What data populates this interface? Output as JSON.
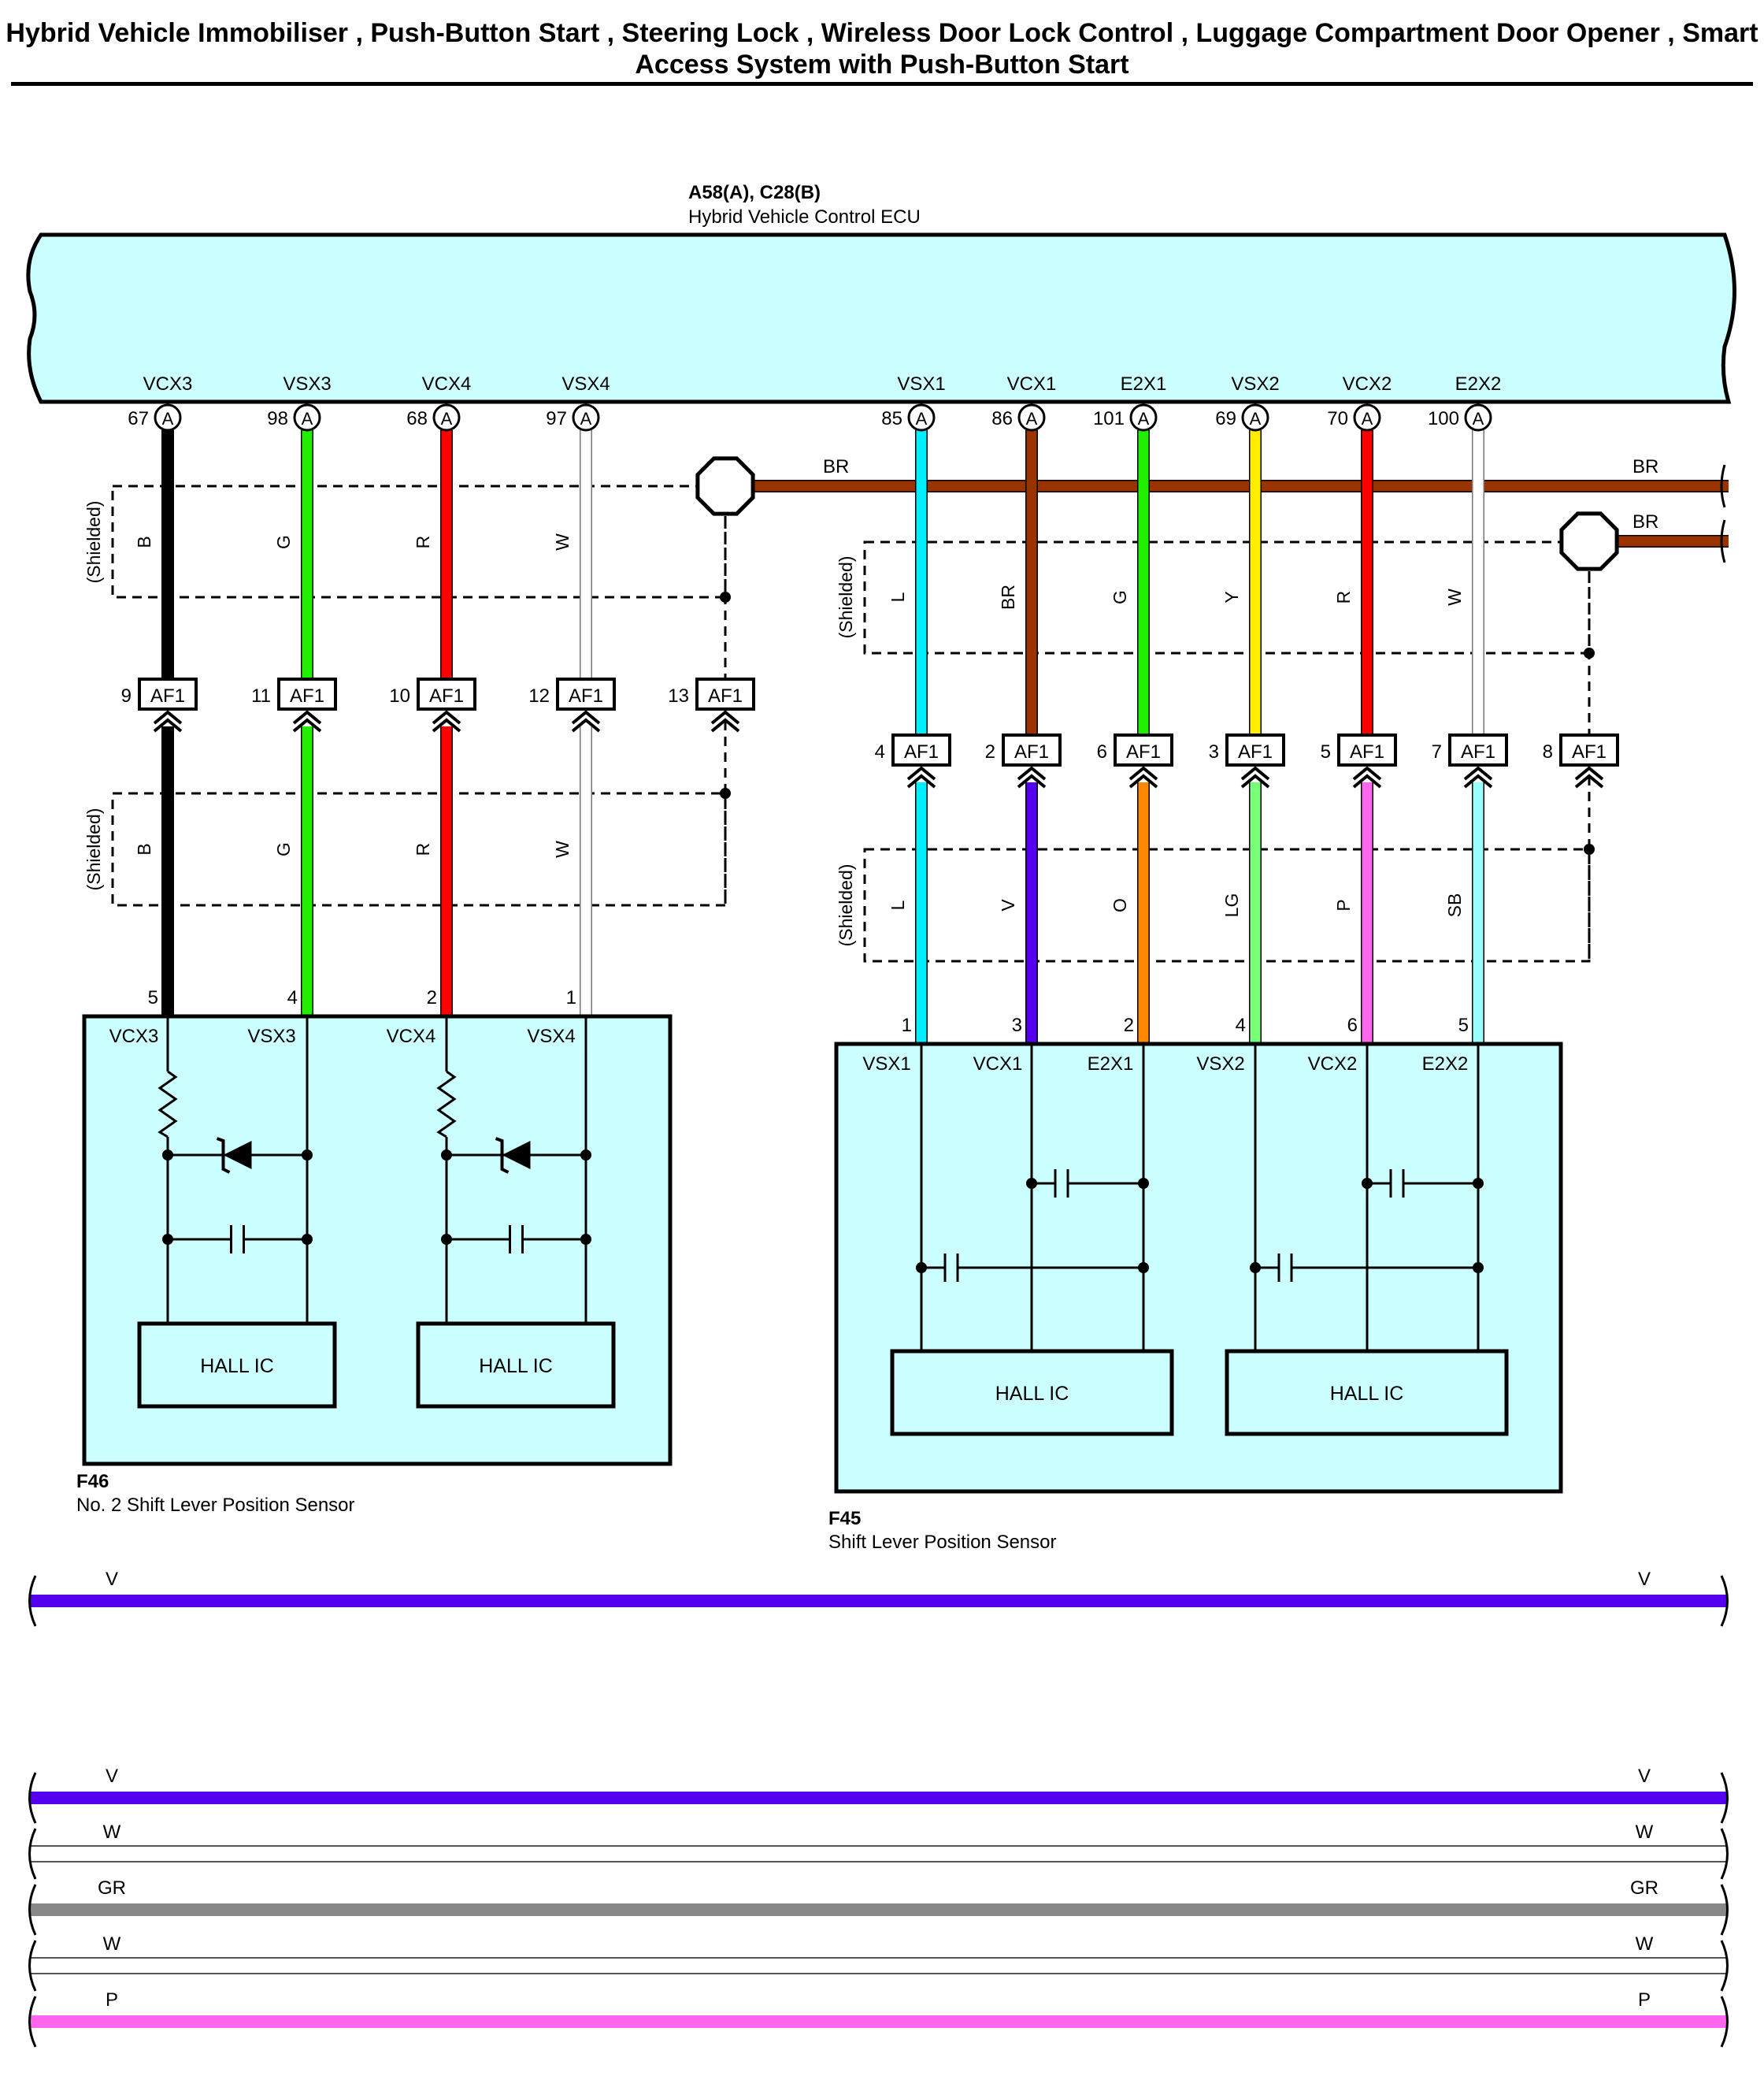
{
  "title": "Hybrid Vehicle Immobiliser , Push-Button Start , Steering Lock , Wireless Door Lock Control , Luggage Compartment Door Opener , Smart Access System with Push-Button Start",
  "ecu": {
    "connector_id": "A58(A), C28(B)",
    "name": "Hybrid Vehicle Control ECU"
  },
  "colors": {
    "B": "#000000",
    "G": "#22ee00",
    "R": "#ff0000",
    "W": "#ffffff",
    "BR": "#993300",
    "L": "#00eeff",
    "V": "#5500ee",
    "O": "#ff8800",
    "Y": "#ffee00",
    "LG": "#77ff77",
    "P": "#ff66ee",
    "SB": "#99ffff",
    "GR": "#888888",
    "ecu_fill": "#ccffff"
  },
  "labels": {
    "shielded": "(Shielded)",
    "hall_ic": "HALL IC",
    "connector": "AF1",
    "pin_conn": "A",
    "br": "BR"
  },
  "ecu_pins": [
    {
      "sig": "VCX3",
      "pin": "67"
    },
    {
      "sig": "VSX3",
      "pin": "98"
    },
    {
      "sig": "VCX4",
      "pin": "68"
    },
    {
      "sig": "VSX4",
      "pin": "97"
    },
    {
      "sig": "VSX1",
      "pin": "85"
    },
    {
      "sig": "VCX1",
      "pin": "86"
    },
    {
      "sig": "E2X1",
      "pin": "101"
    },
    {
      "sig": "VSX2",
      "pin": "69"
    },
    {
      "sig": "VCX2",
      "pin": "70"
    },
    {
      "sig": "E2X2",
      "pin": "100"
    }
  ],
  "left_wires": [
    {
      "upper": "B",
      "lower": "B",
      "af1_pin": "9",
      "sensor_pin": "5"
    },
    {
      "upper": "G",
      "lower": "G",
      "af1_pin": "11",
      "sensor_pin": "4"
    },
    {
      "upper": "R",
      "lower": "R",
      "af1_pin": "10",
      "sensor_pin": "2"
    },
    {
      "upper": "W",
      "lower": "W",
      "af1_pin": "12",
      "sensor_pin": "1"
    }
  ],
  "left_shield_af1_pin": "13",
  "right_wires": [
    {
      "upper": "L",
      "lower": "L",
      "af1_pin": "4",
      "sensor_pin": "1"
    },
    {
      "upper": "BR",
      "lower": "V",
      "af1_pin": "2",
      "sensor_pin": "3"
    },
    {
      "upper": "G",
      "lower": "O",
      "af1_pin": "6",
      "sensor_pin": "2"
    },
    {
      "upper": "Y",
      "lower": "LG",
      "af1_pin": "3",
      "sensor_pin": "4"
    },
    {
      "upper": "R",
      "lower": "P",
      "af1_pin": "5",
      "sensor_pin": "6"
    },
    {
      "upper": "W",
      "lower": "SB",
      "af1_pin": "7",
      "sensor_pin": "5"
    }
  ],
  "right_shield_af1_pin": "8",
  "sensor_f46": {
    "id": "F46",
    "name": "No.  2 Shift Lever Position Sensor",
    "pins": [
      "VCX3",
      "VSX3",
      "VCX4",
      "VSX4"
    ]
  },
  "sensor_f45": {
    "id": "F45",
    "name": "Shift Lever Position Sensor",
    "pins": [
      "VSX1",
      "VCX1",
      "E2X1",
      "VSX2",
      "VCX2",
      "E2X2"
    ]
  },
  "bottom_wires_single": [
    "V"
  ],
  "bottom_wires_group": [
    "V",
    "W",
    "GR",
    "W",
    "P"
  ]
}
